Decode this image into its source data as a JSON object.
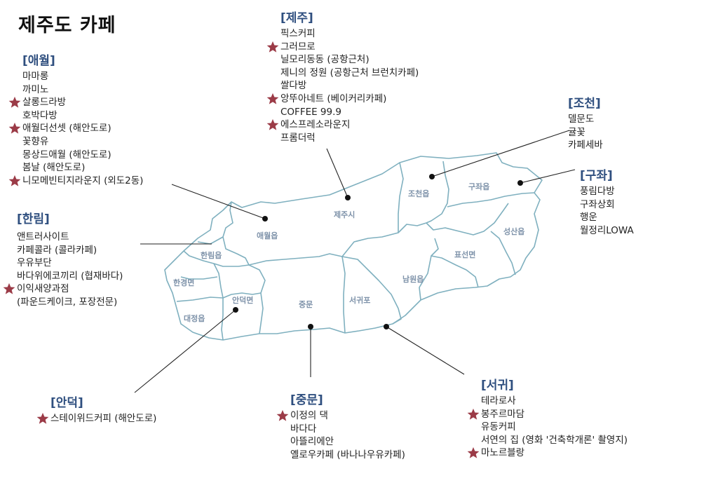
{
  "title": "제주도 카페",
  "regions": {
    "aewol": {
      "name": "[애월]",
      "items": [
        {
          "text": "마마롱",
          "star": false
        },
        {
          "text": "까미노",
          "star": false
        },
        {
          "text": "살롱드라방",
          "star": true
        },
        {
          "text": "호박다방",
          "star": false
        },
        {
          "text": "애월더선셋 (해안도로)",
          "star": true
        },
        {
          "text": "꽃향유",
          "star": false
        },
        {
          "text": "몽상드애월 (해안도로)",
          "star": false
        },
        {
          "text": "봄날 (해안도로)",
          "star": false
        },
        {
          "text": "니모메빈티지라운지 (외도2동)",
          "star": true
        }
      ]
    },
    "hallim": {
      "name": "[한림]",
      "items": [
        {
          "text": "앤트러사이트",
          "star": false
        },
        {
          "text": "카페콜라 (콜라카페)",
          "star": false
        },
        {
          "text": "우유부단",
          "star": false
        },
        {
          "text": "바다위에코끼리 (협재바다)",
          "star": false
        },
        {
          "text": "이익새양과점",
          "star": true
        },
        {
          "text": "(파운드케이크, 포장전문)",
          "star": false
        }
      ]
    },
    "jeju": {
      "name": "[제주]",
      "items": [
        {
          "text": "픽스커피",
          "star": false
        },
        {
          "text": "그러므로",
          "star": true
        },
        {
          "text": "닐모리동동 (공항근처)",
          "star": false
        },
        {
          "text": "제니의 정원 (공항근처 브런치카페)",
          "star": false
        },
        {
          "text": "쌀다방",
          "star": false
        },
        {
          "text": "앙뚜아네트 (베이커리카페)",
          "star": true
        },
        {
          "text": "COFFEE 99.9",
          "star": false
        },
        {
          "text": "에스프레소라운지",
          "star": true
        },
        {
          "text": "프롬더럭",
          "star": false
        }
      ]
    },
    "jocheon": {
      "name": "[조천]",
      "items": [
        {
          "text": "델문도",
          "star": false
        },
        {
          "text": "귤꽃",
          "star": false
        },
        {
          "text": "카페세바",
          "star": false
        }
      ]
    },
    "gujwa": {
      "name": "[구좌]",
      "items": [
        {
          "text": "풍림다방",
          "star": false
        },
        {
          "text": "구좌상회",
          "star": false
        },
        {
          "text": "행운",
          "star": false
        },
        {
          "text": "월정리LOWA",
          "star": false
        }
      ]
    },
    "andeok": {
      "name": "[안덕]",
      "items": [
        {
          "text": "스테이위드커피 (해안도로)",
          "star": true
        }
      ]
    },
    "jungmun": {
      "name": "[중문]",
      "items": [
        {
          "text": "이정의 댁",
          "star": true
        },
        {
          "text": "바다다",
          "star": false
        },
        {
          "text": "아뜰리에안",
          "star": false
        },
        {
          "text": "옐로우카페 (바나나우유카페)",
          "star": false
        }
      ]
    },
    "seogwi": {
      "name": "[서귀]",
      "items": [
        {
          "text": "테라로사",
          "star": false
        },
        {
          "text": "봉주르마담",
          "star": true
        },
        {
          "text": "유동커피",
          "star": false
        },
        {
          "text": "서연의 집 (영화 '건축학개론' 촬영지)",
          "star": false
        },
        {
          "text": "마노르블랑",
          "star": true
        }
      ]
    }
  },
  "districts": {
    "jeju_si": "제주시",
    "jocheon": "조천읍",
    "gujwa": "구좌읍",
    "aewol": "애월읍",
    "hallim": "한림읍",
    "hangyeong": "한경면",
    "daejeong": "대정읍",
    "andeok": "안덕면",
    "jungmun": "중문",
    "seogwipo": "서귀포",
    "namwon": "남원읍",
    "pyoseon": "표선면",
    "seongsan": "성산읍"
  },
  "colors": {
    "title_text": "#2f4f7f",
    "star": "#9b3b47",
    "map_outline": "#7fb0bf",
    "district_label": "#7f93aa"
  }
}
